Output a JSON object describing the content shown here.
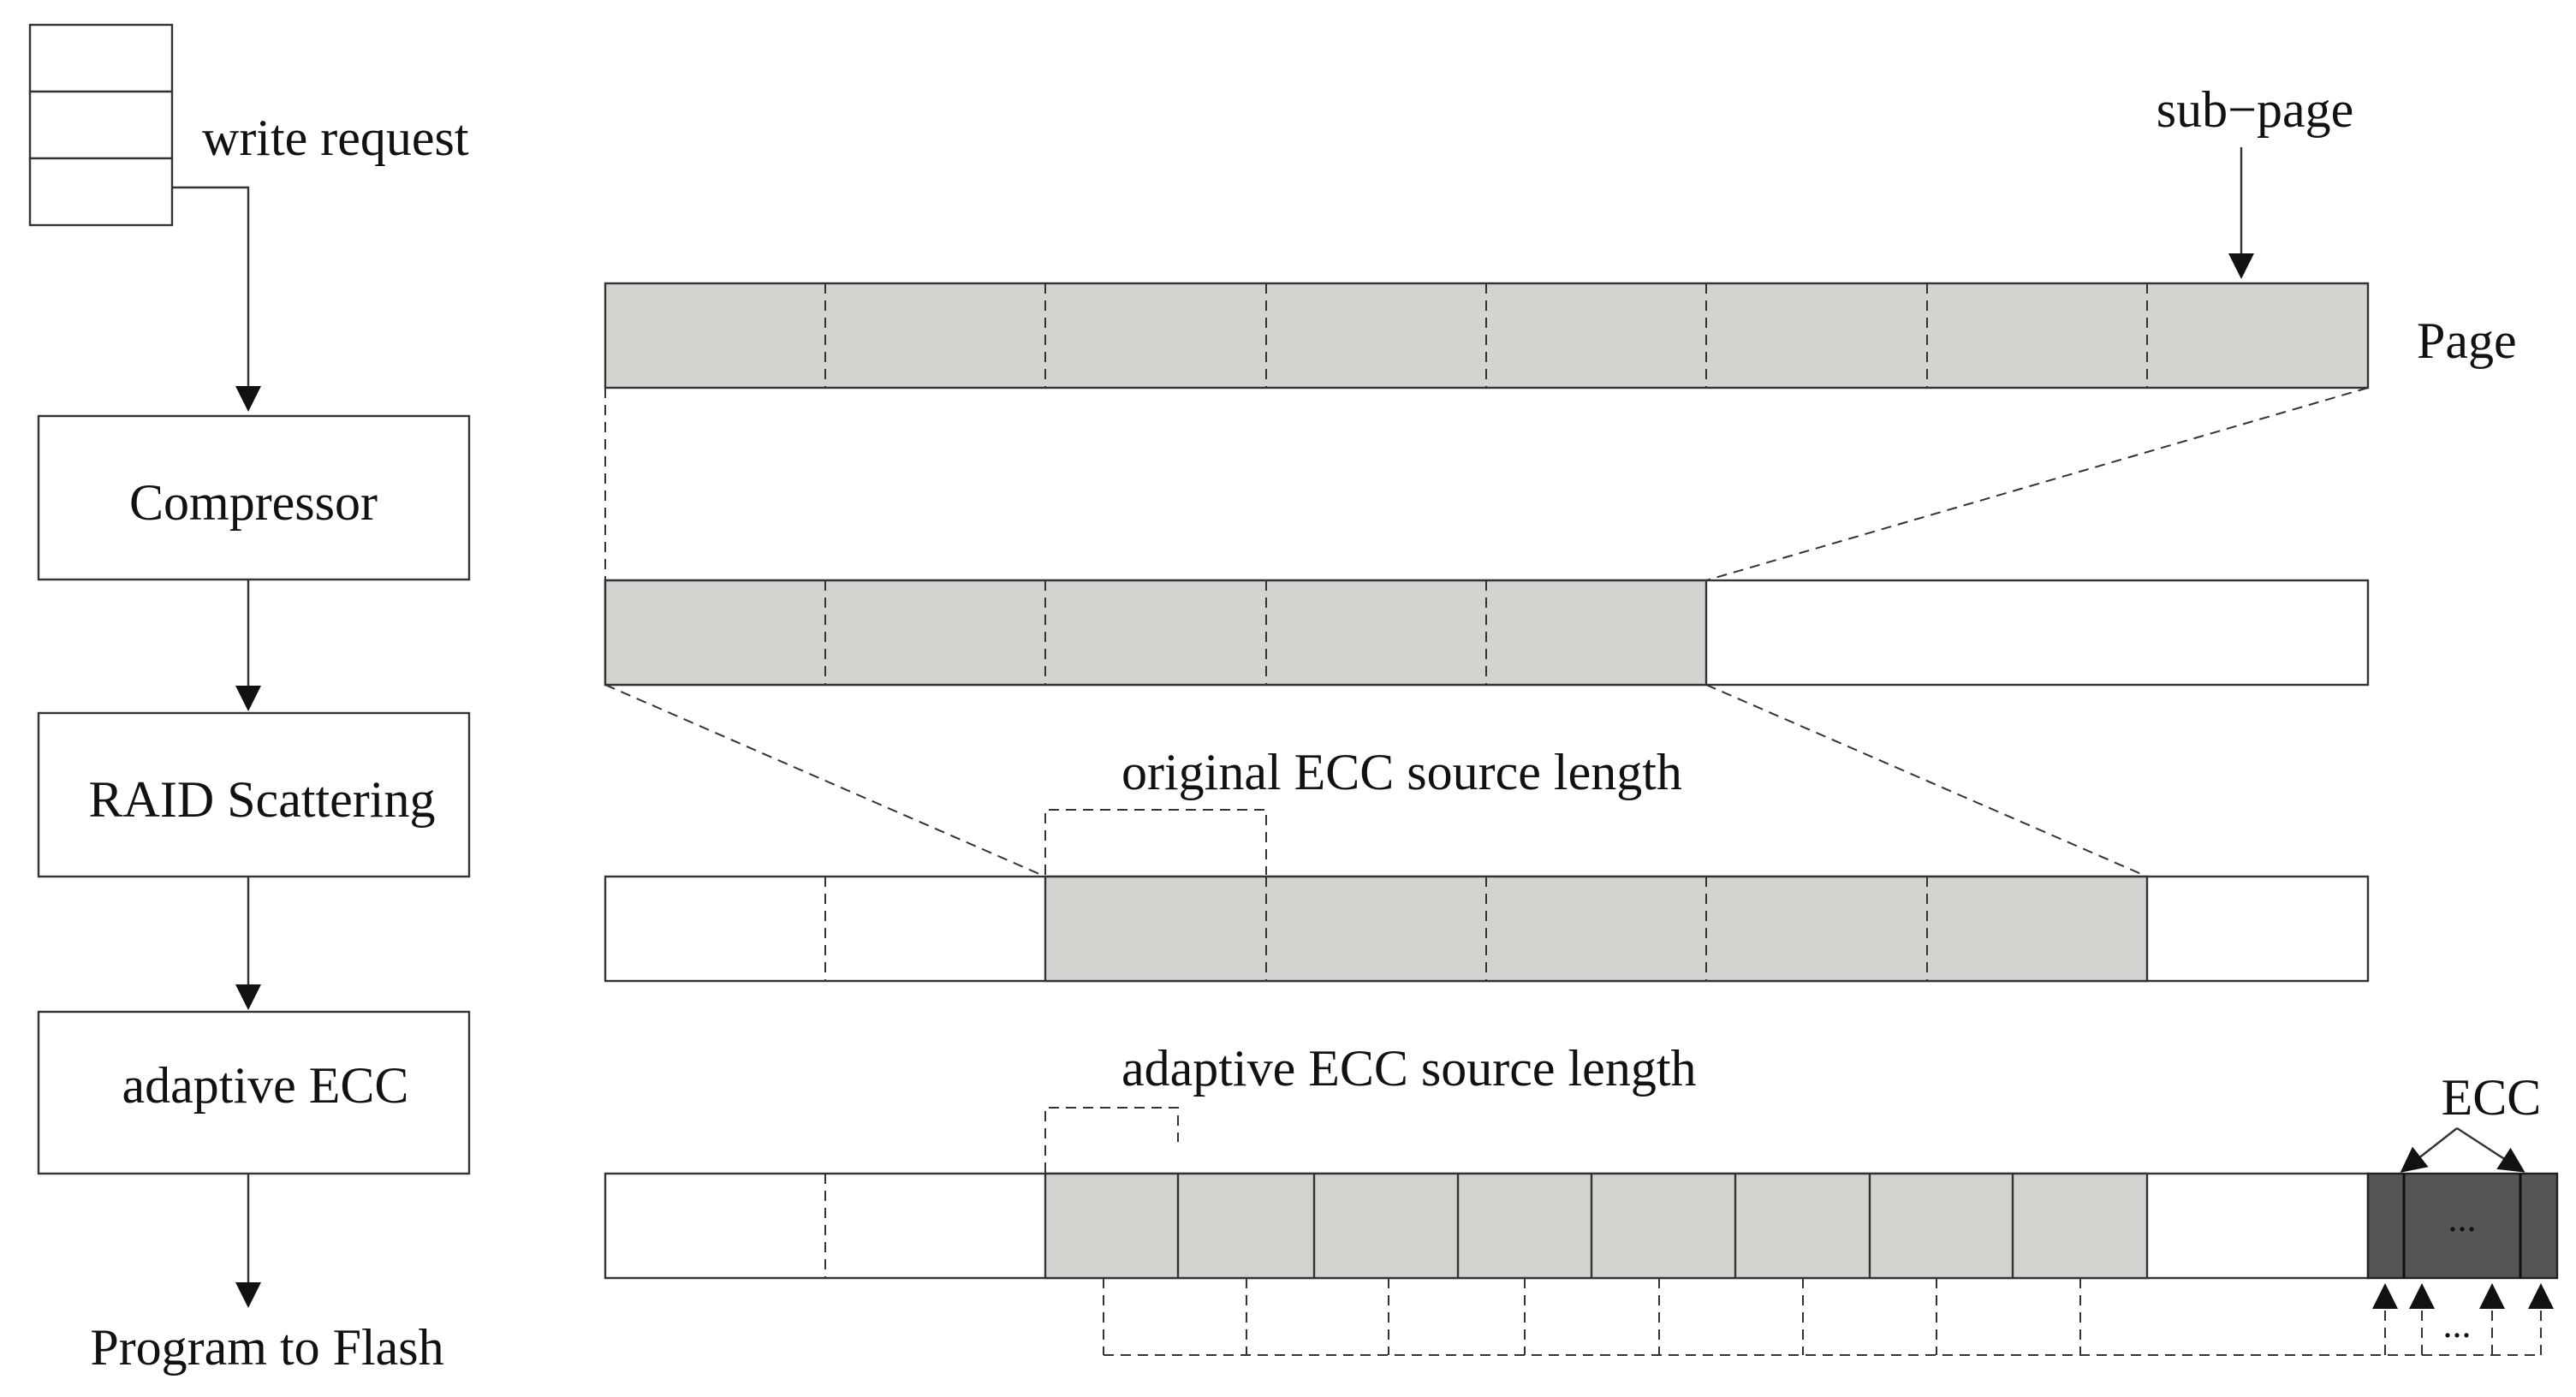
{
  "labels": {
    "write_request": "write request",
    "compressor": "Compressor",
    "raid_scattering": "RAID Scattering",
    "adaptive_ecc": "adaptive ECC",
    "program_to_flash": "Program to Flash",
    "sub_page": "sub−page",
    "page": "Page",
    "original_ecc_source_length": "original ECC source length",
    "adaptive_ecc_source_length": "adaptive ECC source length",
    "ecc": "ECC",
    "ecc_dots": "...",
    "feedback_dots": "..."
  },
  "colors": {
    "shaded_block": "#d3d3cf",
    "ecc_block": "#555555",
    "line": "#333333",
    "background": "#ffffff"
  }
}
